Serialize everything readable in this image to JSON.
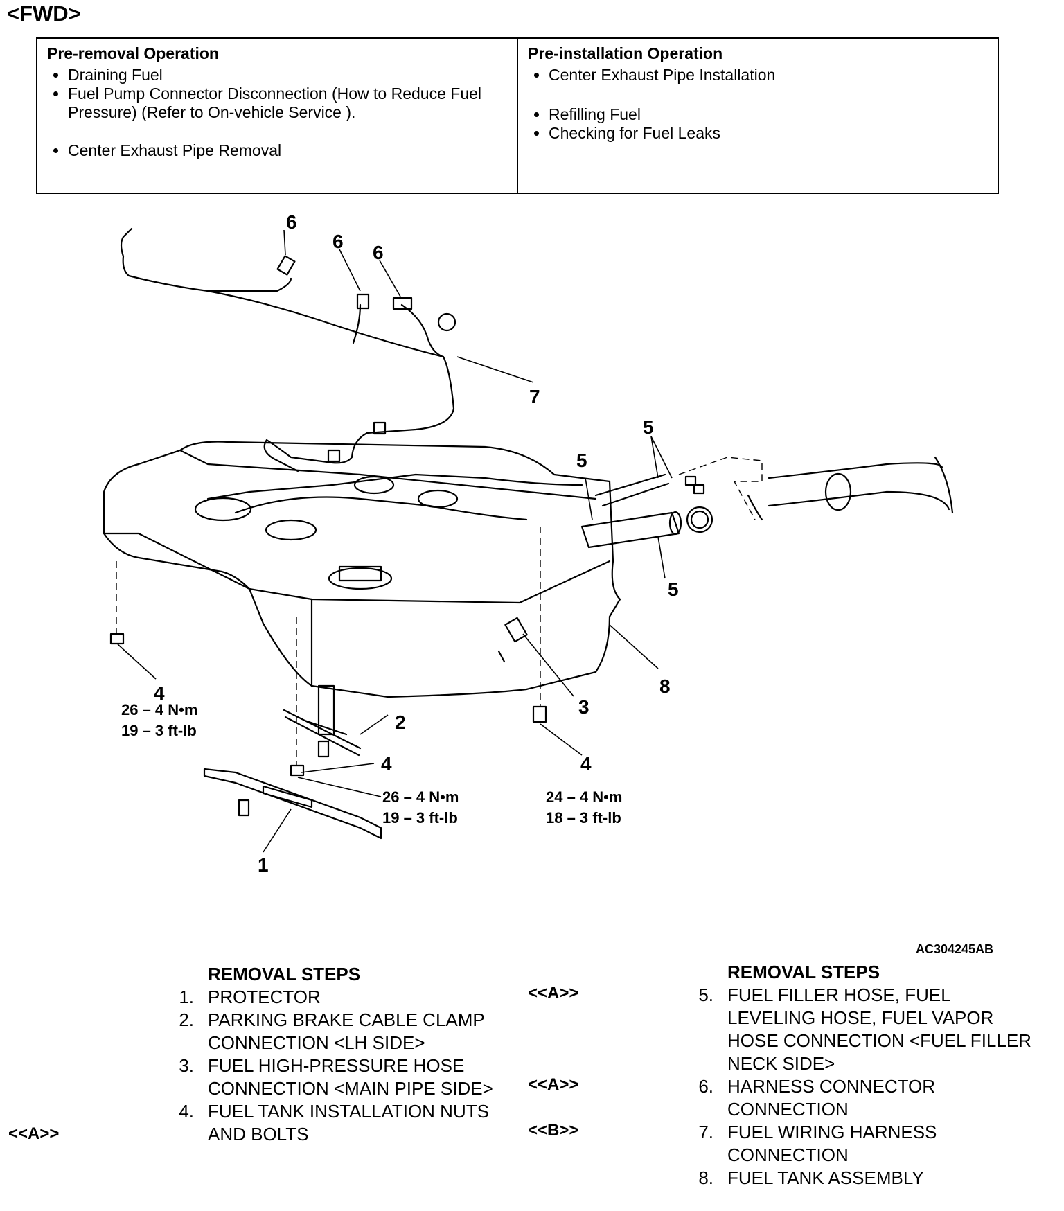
{
  "header": {
    "title": "<FWD>"
  },
  "pre_removal": {
    "title": "Pre-removal Operation",
    "items": [
      "Draining Fuel",
      "Fuel Pump Connector Disconnection (How to Reduce Fuel Pressure) (Refer to On-vehicle Service ).",
      "Center Exhaust Pipe Removal"
    ]
  },
  "pre_installation": {
    "title": "Pre-installation Operation",
    "items": [
      "Center Exhaust Pipe Installation",
      "Refilling Fuel",
      "Checking for Fuel Leaks"
    ]
  },
  "diagram": {
    "callouts": {
      "c1": "1",
      "c2": "2",
      "c3": "3",
      "c4": "4",
      "c5": "5",
      "c6": "6",
      "c7": "7",
      "c8": "8"
    },
    "torque_left": {
      "nm": "26 – 4 N•m",
      "ftlb": "19 – 3 ft-lb"
    },
    "torque_center": {
      "nm": "26 – 4 N•m",
      "ftlb": "19 – 3 ft-lb"
    },
    "torque_right": {
      "nm": "24 – 4 N•m",
      "ftlb": "18 – 3 ft-lb"
    },
    "figure_code": "AC304245AB"
  },
  "removal_left": {
    "title": "REMOVAL STEPS",
    "steps": [
      {
        "num": "1.",
        "text": "PROTECTOR",
        "ref": ""
      },
      {
        "num": "2.",
        "text": "PARKING BRAKE CABLE CLAMP CONNECTION <LH SIDE>",
        "ref": ""
      },
      {
        "num": "3.",
        "text": "FUEL HIGH-PRESSURE HOSE CONNECTION <MAIN PIPE SIDE>",
        "ref": ""
      },
      {
        "num": "4.",
        "text": "FUEL TANK INSTALLATION NUTS AND BOLTS",
        "ref": "<<A>>"
      }
    ]
  },
  "removal_right": {
    "title": "REMOVAL STEPS",
    "steps": [
      {
        "num": "5.",
        "text": "FUEL FILLER HOSE, FUEL LEVELING HOSE, FUEL VAPOR HOSE CONNECTION <FUEL FILLER NECK SIDE>",
        "ref": "<<A>>"
      },
      {
        "num": "6.",
        "text": "HARNESS CONNECTOR CONNECTION",
        "ref": "<<A>>"
      },
      {
        "num": "7.",
        "text": "FUEL WIRING HARNESS CONNECTION",
        "ref": "<<B>>"
      },
      {
        "num": "8.",
        "text": "FUEL TANK ASSEMBLY",
        "ref": ""
      }
    ]
  }
}
